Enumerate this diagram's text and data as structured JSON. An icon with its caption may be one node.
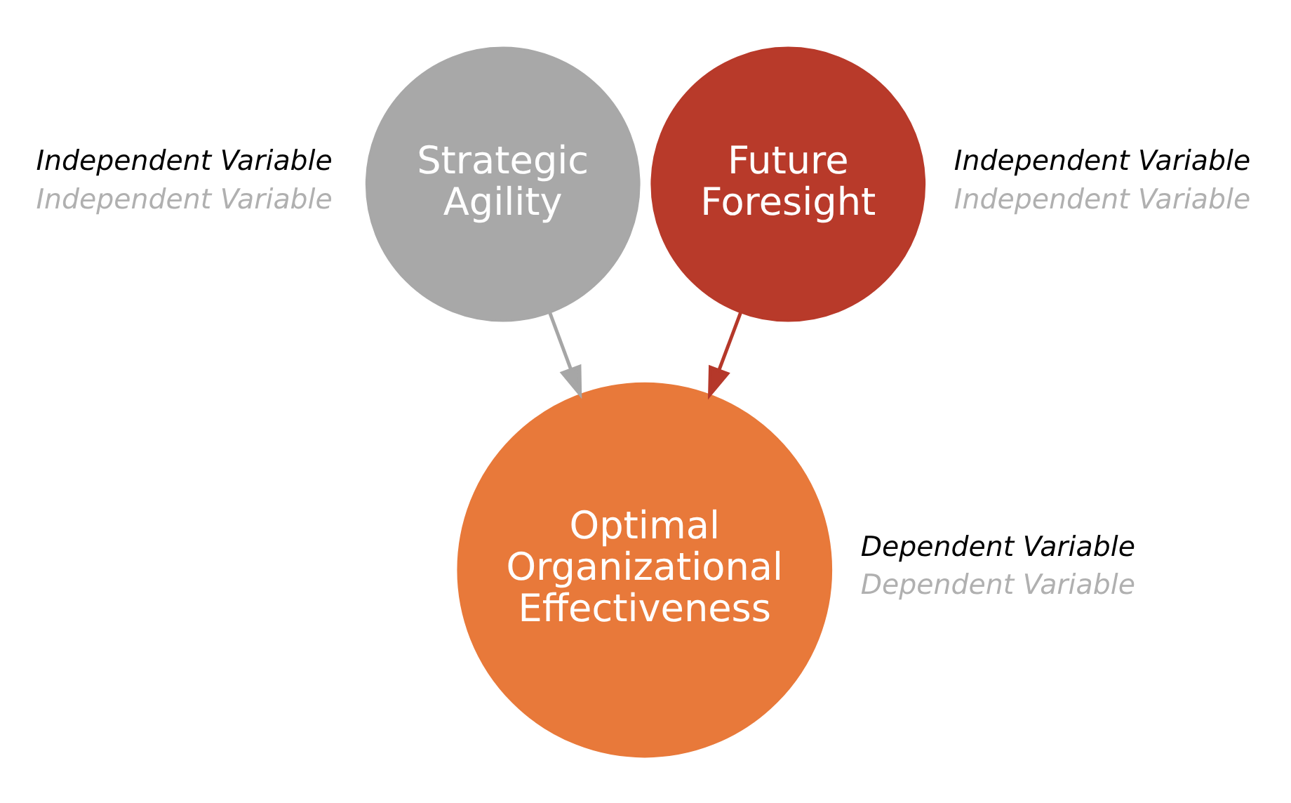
{
  "diagram": {
    "nodes": [
      {
        "text": [
          "Strategic Agility"
        ],
        "beside": [
          "Independent Variable",
          "Independent Variable"
        ]
      },
      {
        "text": [
          "Future Foresight"
        ],
        "beside": [
          "Independent Variable",
          "Independent Variable"
        ]
      },
      {
        "text": [
          "Optimal Organizational Effectiveness"
        ],
        "beside": [
          "Dependent Variable",
          "Dependent Variable"
        ]
      }
    ],
    "edges": [
      {
        "from": 0,
        "to": 2,
        "arrow": "to",
        "color": "#a6a6a6"
      },
      {
        "from": 1,
        "to": 2,
        "arrow": "to",
        "color": "#b5382a"
      }
    ]
  }
}
